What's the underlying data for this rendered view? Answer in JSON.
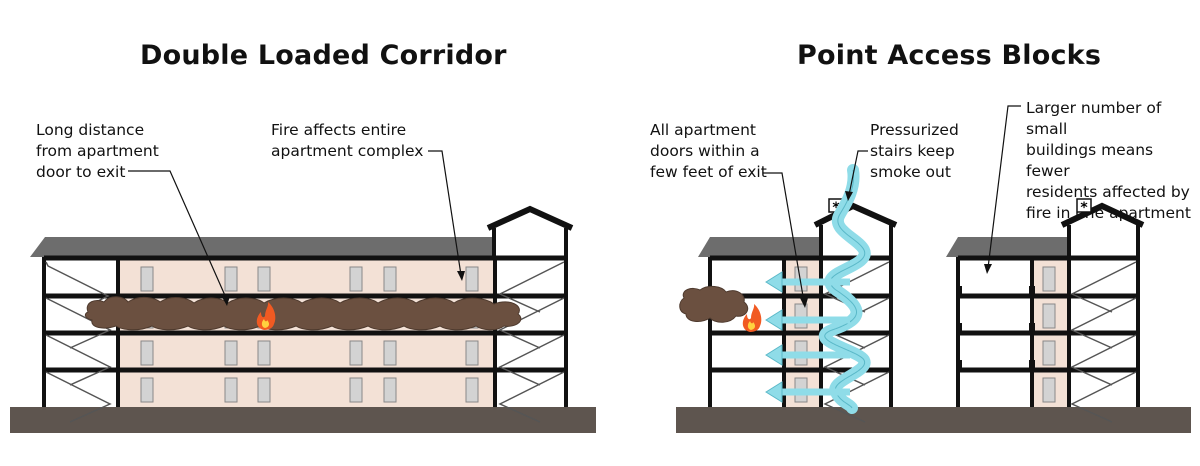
{
  "titles": {
    "left": "Double Loaded Corridor",
    "right": "Point Access Blocks"
  },
  "labels": {
    "long_distance": "Long distance\nfrom apartment\ndoor to exit",
    "fire_affects": "Fire affects entire\napartment complex",
    "doors_within": "All apartment\ndoors within a\nfew feet of exit",
    "pressurized": "Pressurized\nstairs keep\nsmoke out",
    "larger_number": "Larger number of small\nbuildings means fewer\nresidents affected by\nfire in one apartment"
  },
  "colors": {
    "ground": "#5e554f",
    "roof": "#6d6d6d",
    "apartment_fill": "#f3e1d6",
    "smoke": "#6b5040",
    "air_flow": "#8fdce8",
    "fire": "#f15a22",
    "door": "#d3d3d3",
    "wall": "#111111"
  },
  "icons": {
    "fire": "flame-icon",
    "fan": "asterisk-fan-icon",
    "air_arrow": "arrow-left-icon"
  }
}
